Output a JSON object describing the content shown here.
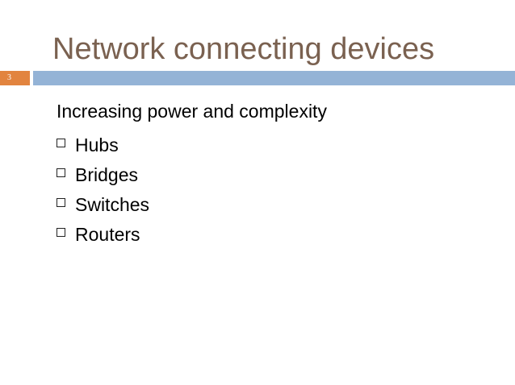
{
  "slide": {
    "title": "Network connecting devices",
    "number": "3",
    "intro": "Increasing power and complexity",
    "bullets": [
      {
        "label": "Hubs",
        "icon": "square-bullet-icon"
      },
      {
        "label": "Bridges",
        "icon": "square-bullet-icon"
      },
      {
        "label": "Switches",
        "icon": "square-bullet-icon"
      },
      {
        "label": "Routers",
        "icon": "square-bullet-icon"
      }
    ]
  },
  "colors": {
    "title": "#7a6150",
    "accent_orange": "#e2843f",
    "accent_blue": "#94b3d6",
    "text": "#000000"
  }
}
